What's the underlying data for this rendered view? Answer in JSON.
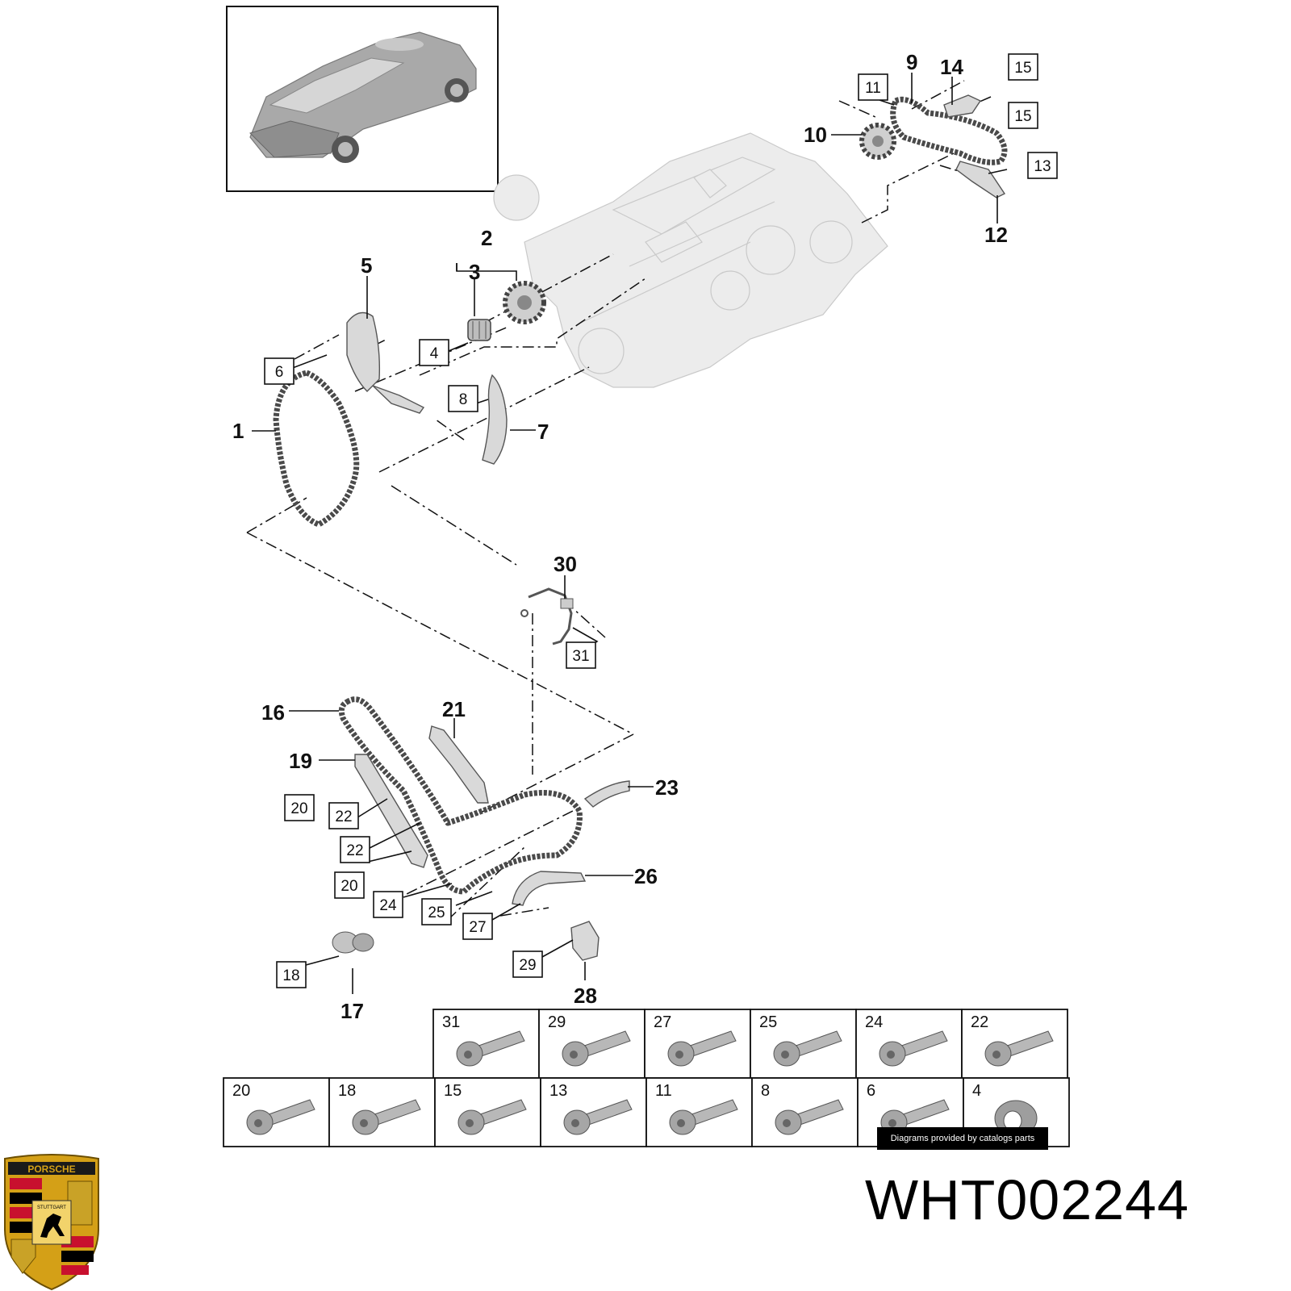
{
  "diagram": {
    "callouts": [
      "1",
      "2",
      "3",
      "5",
      "7",
      "9",
      "10",
      "12",
      "14",
      "16",
      "17",
      "19",
      "21",
      "23",
      "26",
      "28",
      "30"
    ],
    "boxed_callouts": [
      "4",
      "6",
      "8",
      "11",
      "13",
      "15",
      "15",
      "18",
      "20",
      "20",
      "22",
      "22",
      "24",
      "25",
      "27",
      "29",
      "31"
    ],
    "fastener_table": {
      "row1": [
        "31",
        "29",
        "27",
        "25",
        "24",
        "22"
      ],
      "row2": [
        "20",
        "18",
        "15",
        "13",
        "11",
        "8",
        "6",
        "4"
      ]
    }
  },
  "credit": "Diagrams provided by catalogs parts",
  "part_number": "WHT002244",
  "logo": {
    "brand": "PORSCHE",
    "city": "STUTTGART",
    "colors": [
      "#c8102e",
      "#000000",
      "#d4a017"
    ]
  }
}
